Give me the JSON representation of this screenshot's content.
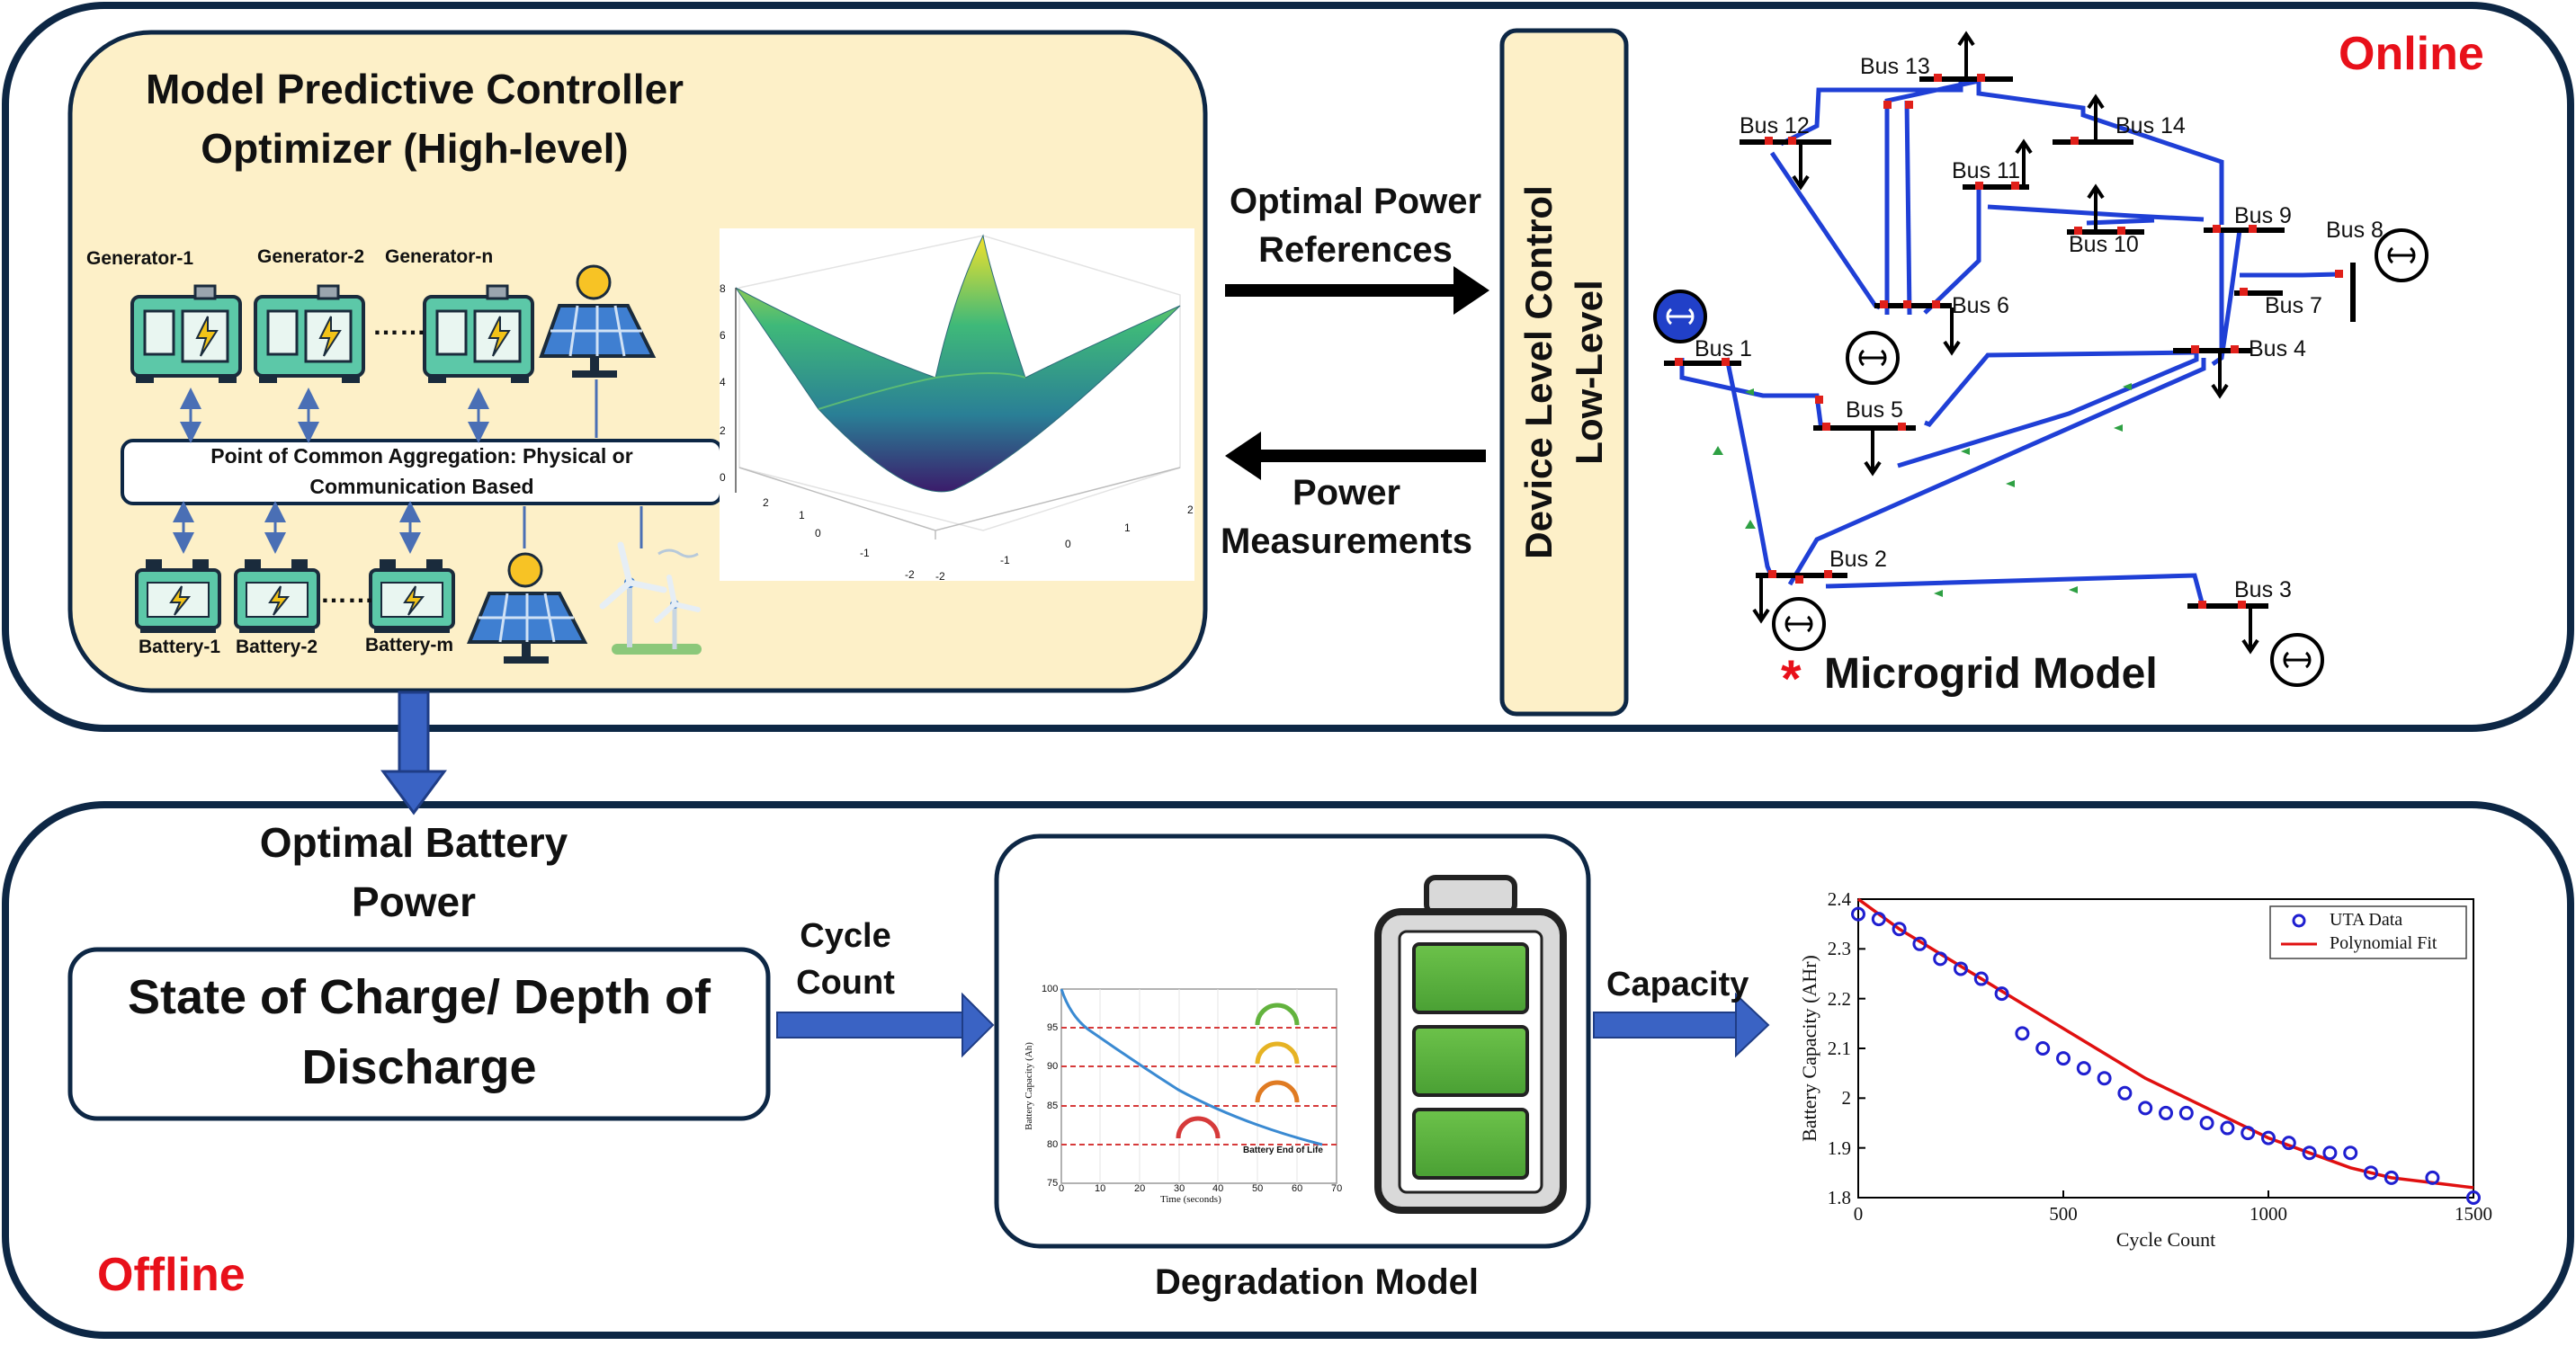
{
  "online": {
    "label": "Online",
    "mpc": {
      "title_line1": "Model Predictive Controller",
      "title_line2": "Optimizer (High-level)",
      "generators": [
        "Generator-1",
        "Generator-2",
        "Generator-n"
      ],
      "ellipsis": "……",
      "aggregation_line1": "Point of Common Aggregation: Physical or",
      "aggregation_line2": "Communication Based",
      "batteries": [
        "Battery-1",
        "Battery-2",
        "Battery-m"
      ],
      "surface_plot": {
        "z_ticks": [
          "8",
          "6",
          "4",
          "2",
          "0"
        ],
        "x_ticks": [
          "-2",
          "-1",
          "0",
          "1",
          "2"
        ],
        "y_ticks": [
          "-2",
          "-1",
          "0",
          "1",
          "2"
        ]
      }
    },
    "arrows": {
      "refs_line1": "Optimal Power",
      "refs_line2": "References",
      "meas_line1": "Power",
      "meas_line2": "Measurements"
    },
    "device_control": {
      "line1": "Device Level Control",
      "line2": "Low-Level"
    },
    "microgrid": {
      "title": "Microgrid Model",
      "asterisk": "*",
      "buses": [
        "Bus 1",
        "Bus 2",
        "Bus 3",
        "Bus 4",
        "Bus 5",
        "Bus 6",
        "Bus 7",
        "Bus 8",
        "Bus 9",
        "Bus 10",
        "Bus 11",
        "Bus 12",
        "Bus 13",
        "Bus 14"
      ]
    },
    "colors": {
      "online_label": "#e8101a",
      "line_blue": "#1f3fd6",
      "panel_fill": "#fdf0c8",
      "frame": "#0d2745"
    }
  },
  "offline": {
    "label": "Offline",
    "optimal_battery_line1": "Optimal Battery",
    "optimal_battery_line2": "Power",
    "soc_line1": "State of Charge/ Depth of",
    "soc_line2": "Discharge",
    "cycle_line1": "Cycle",
    "cycle_line2": "Count",
    "capacity": "Capacity",
    "degradation_title": "Degradation Model",
    "degradation_plot": {
      "ylabel": "Battery Capacity (Ah)",
      "xlabel": "Time (seconds)",
      "y_ticks": [
        "100",
        "95",
        "90",
        "85",
        "80",
        "75"
      ],
      "x_ticks": [
        "0",
        "10",
        "20",
        "30",
        "40",
        "50",
        "60",
        "70"
      ],
      "annotation": "Battery End of Life"
    }
  },
  "chart_data": {
    "type": "scatter",
    "xlabel": "Cycle Count",
    "ylabel": "Battery Capacity (AHr)",
    "xlim": [
      0,
      1500
    ],
    "ylim": [
      1.8,
      2.4
    ],
    "x_ticks": [
      "0",
      "500",
      "1000",
      "1500"
    ],
    "y_ticks": [
      "1.8",
      "1.9",
      "2",
      "2.1",
      "2.2",
      "2.3",
      "2.4"
    ],
    "legend_position": "top-right",
    "series": [
      {
        "name": "UTA Data",
        "style": "markers",
        "color": "#1f1fd0",
        "x": [
          0,
          50,
          100,
          150,
          200,
          250,
          300,
          350,
          400,
          450,
          500,
          550,
          600,
          650,
          700,
          750,
          800,
          850,
          900,
          950,
          1000,
          1050,
          1100,
          1150,
          1200,
          1250,
          1300,
          1400,
          1500
        ],
        "y": [
          2.37,
          2.36,
          2.34,
          2.31,
          2.28,
          2.26,
          2.24,
          2.21,
          2.13,
          2.1,
          2.08,
          2.06,
          2.04,
          2.01,
          1.98,
          1.97,
          1.97,
          1.95,
          1.94,
          1.93,
          1.92,
          1.91,
          1.89,
          1.89,
          1.89,
          1.85,
          1.84,
          1.84,
          1.8
        ]
      },
      {
        "name": "Polynomial Fit",
        "style": "line",
        "color": "#e01010",
        "x": [
          0,
          100,
          200,
          300,
          400,
          500,
          600,
          700,
          800,
          900,
          1000,
          1100,
          1200,
          1300,
          1400,
          1500
        ],
        "y": [
          2.4,
          2.34,
          2.29,
          2.24,
          2.19,
          2.14,
          2.09,
          2.04,
          2.0,
          1.96,
          1.92,
          1.89,
          1.86,
          1.84,
          1.83,
          1.82
        ]
      }
    ]
  }
}
